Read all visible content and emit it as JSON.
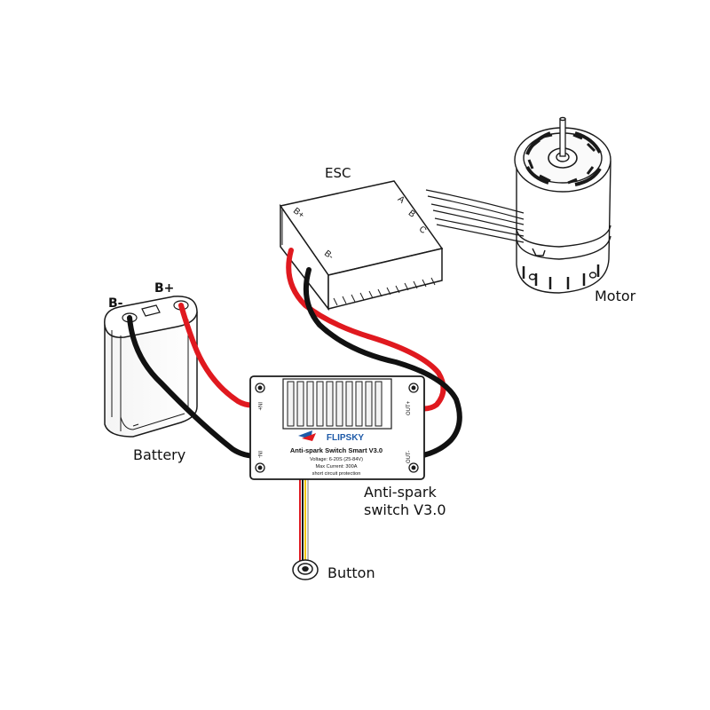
{
  "labels": {
    "esc": "ESC",
    "motor": "Motor",
    "battery": "Battery",
    "b_minus": "B-",
    "b_plus": "B+",
    "anti_spark_line1": "Anti-spark",
    "anti_spark_line2": "switch V3.0",
    "button": "Button"
  },
  "esc_terminals": {
    "b_plus": "B+",
    "b_minus": "B-",
    "a": "A",
    "b": "B",
    "c": "C"
  },
  "switch_module": {
    "brand": "FLIPSKY",
    "product": "Anti-spark Switch Smart V3.0",
    "voltage": "Voltage: 6-20S (25-84V)",
    "current": "Max Current: 300A",
    "protection": "short circuit protection",
    "in_top": "IN+",
    "in_bottom": "IN-",
    "out_top": "OUT+",
    "out_bottom": "OUT-"
  },
  "colors": {
    "positive_wire": "#e0191f",
    "negative_wire": "#111111",
    "outline": "#1a1a1a",
    "brand_blue": "#1e5aa8"
  }
}
